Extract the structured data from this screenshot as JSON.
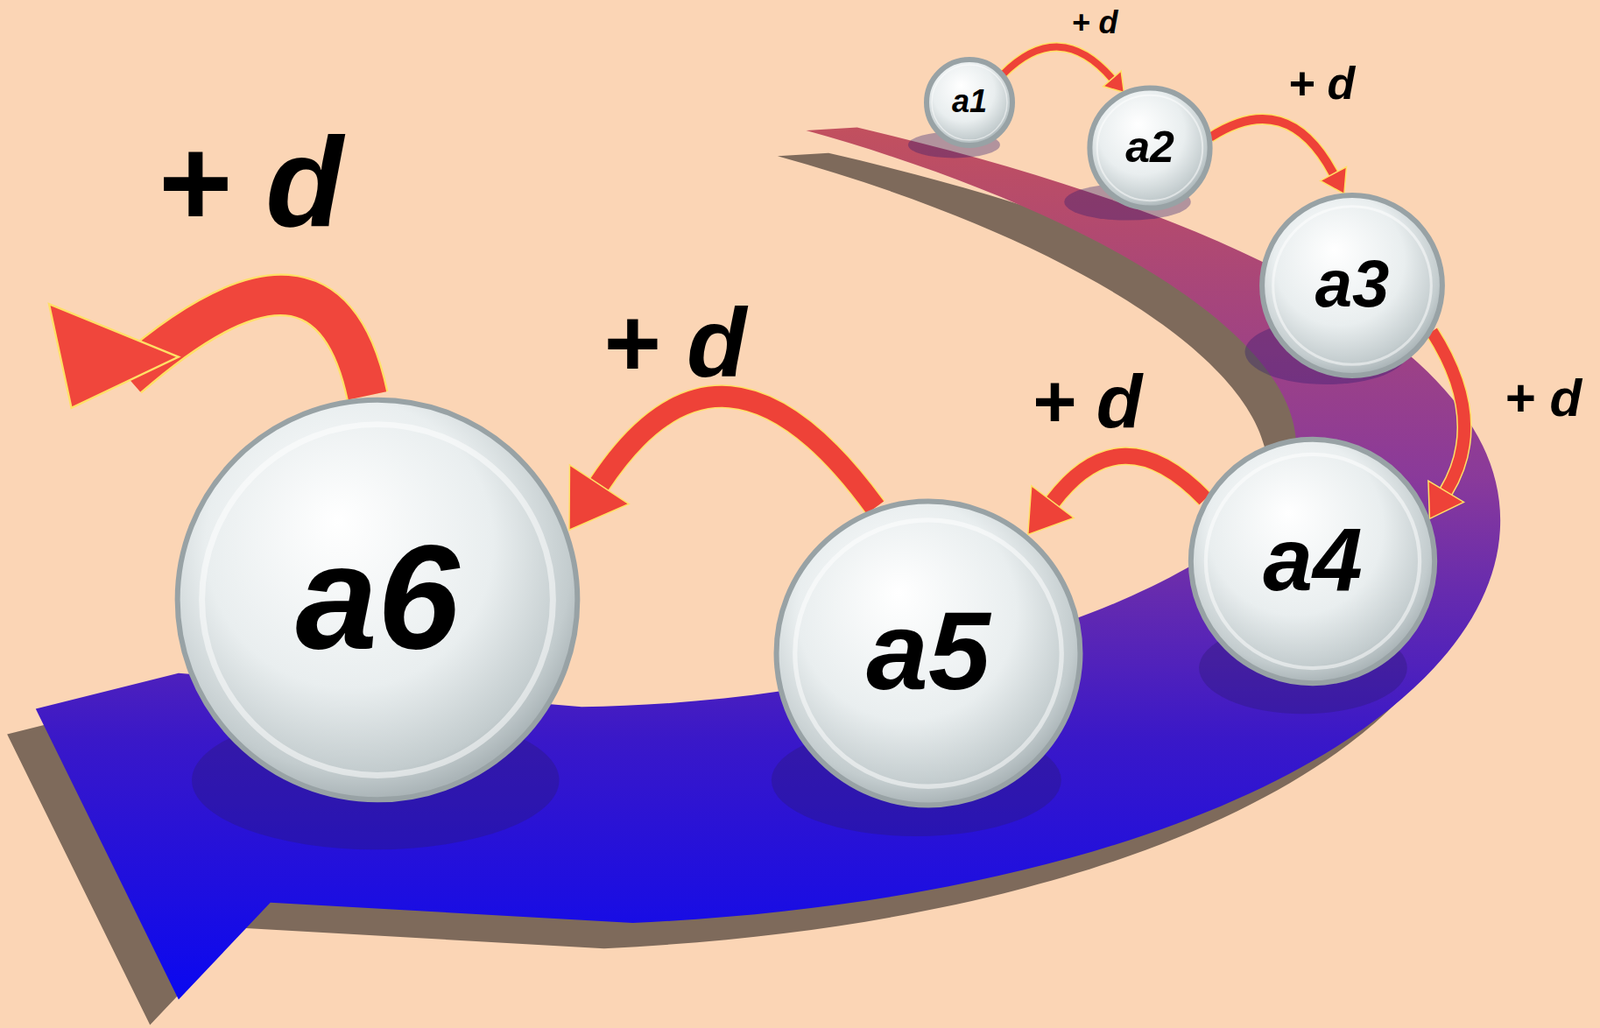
{
  "diagram": {
    "nodes": [
      {
        "text": [
          "a1"
        ]
      },
      {
        "text": [
          "a2"
        ]
      },
      {
        "text": [
          "a3"
        ]
      },
      {
        "text": [
          "a4"
        ]
      },
      {
        "text": [
          "a5"
        ]
      },
      {
        "text": [
          "a6"
        ]
      }
    ],
    "edges": [
      {
        "from": 0,
        "to": 1,
        "arrow": "to",
        "label": "+ d"
      },
      {
        "from": 1,
        "to": 2,
        "arrow": "to",
        "label": "+ d"
      },
      {
        "from": 2,
        "to": 3,
        "arrow": "to",
        "label": "+ d"
      },
      {
        "from": 3,
        "to": 4,
        "arrow": "to",
        "label": "+ d"
      },
      {
        "from": 4,
        "to": 5,
        "arrow": "to",
        "label": "+ d"
      }
    ],
    "labels": [
      "+ d"
    ]
  }
}
